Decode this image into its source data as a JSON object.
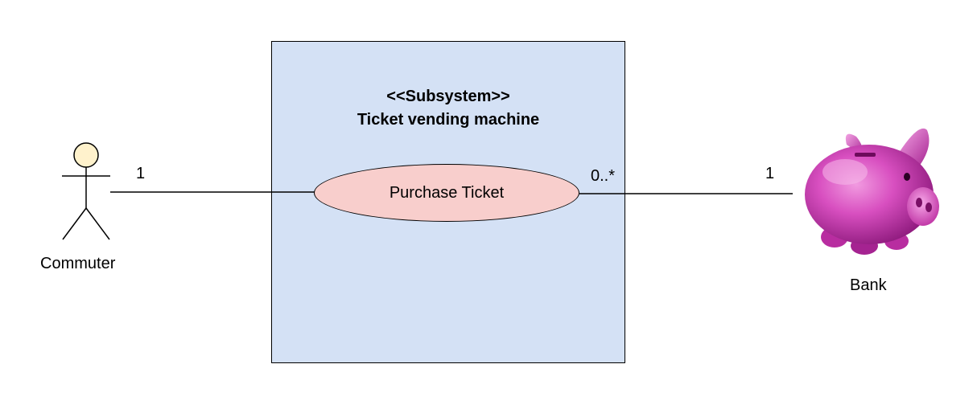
{
  "subsystem": {
    "stereotype": "<<Subsystem>>",
    "name": "Ticket vending machine",
    "fill_color": "#d4e1f5"
  },
  "use_case": {
    "label": "Purchase Ticket",
    "fill_color": "#f8cecc"
  },
  "actors": {
    "commuter": {
      "label": "Commuter",
      "icon": "stick-figure-icon",
      "head_color": "#fff2cc"
    },
    "bank": {
      "label": "Bank",
      "icon": "piggy-bank-icon",
      "color": "#cc3399"
    }
  },
  "associations": {
    "commuter_multiplicity": "1",
    "usecase_multiplicity": "0..*",
    "bank_multiplicity": "1"
  }
}
